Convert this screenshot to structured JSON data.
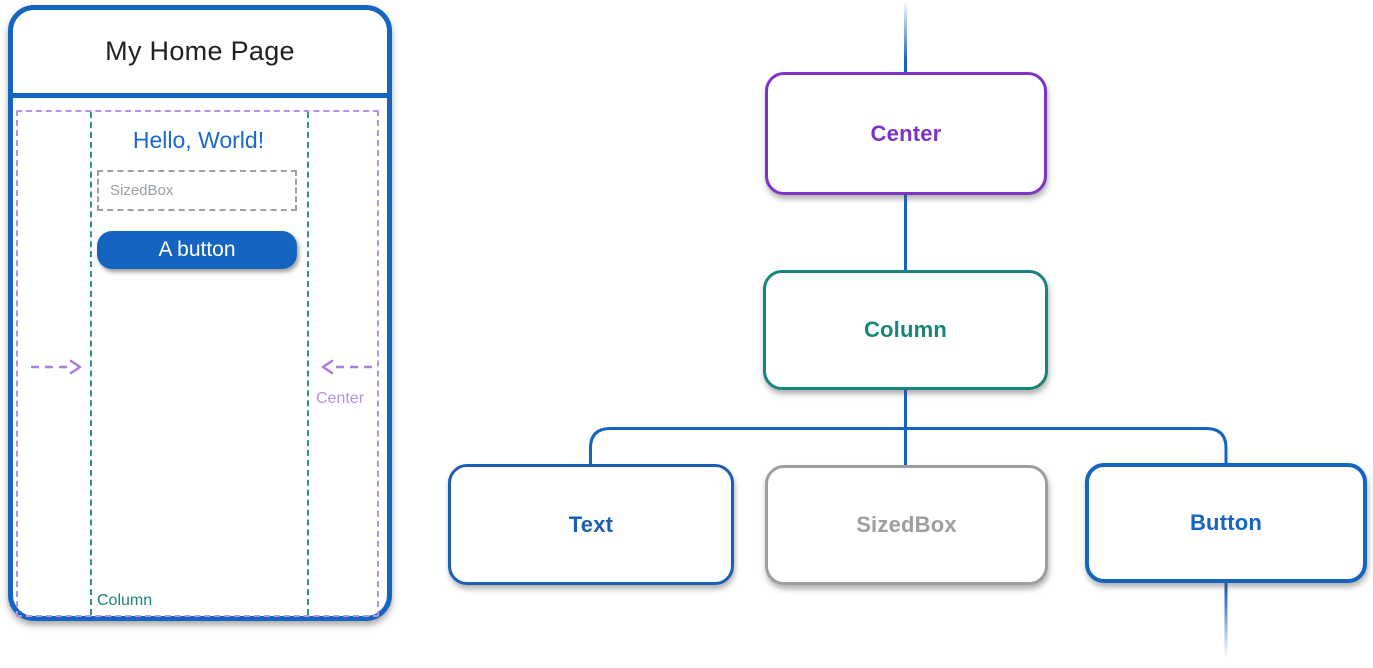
{
  "phone": {
    "app_bar_title": "My Home Page",
    "hello_text": "Hello, World!",
    "sizedbox_label": "SizedBox",
    "button_label": "A button",
    "center_annotation": "Center",
    "column_annotation": "Column"
  },
  "tree": {
    "nodes": [
      {
        "id": "center",
        "label": "Center",
        "color": "#7D33C6"
      },
      {
        "id": "column",
        "label": "Column",
        "color": "#17857B"
      },
      {
        "id": "text",
        "label": "Text",
        "color": "#1A5FB4"
      },
      {
        "id": "sizedbox",
        "label": "SizedBox",
        "color": "#9E9E9E"
      },
      {
        "id": "button",
        "label": "Button",
        "color": "#1565C0"
      }
    ]
  },
  "colors": {
    "connector_blue": "#1565C0",
    "phone_frame_blue": "#1565C0",
    "button_fill_blue": "#1565C0",
    "hello_text_blue": "#1967D2",
    "center_dash_purple": "#B493E3",
    "arrow_purple": "#A87EDC",
    "column_dash_teal": "#2D9287",
    "column_label_teal": "#17857B",
    "sizedbox_gray": "#9AA0A6",
    "title_text": "#202124"
  }
}
